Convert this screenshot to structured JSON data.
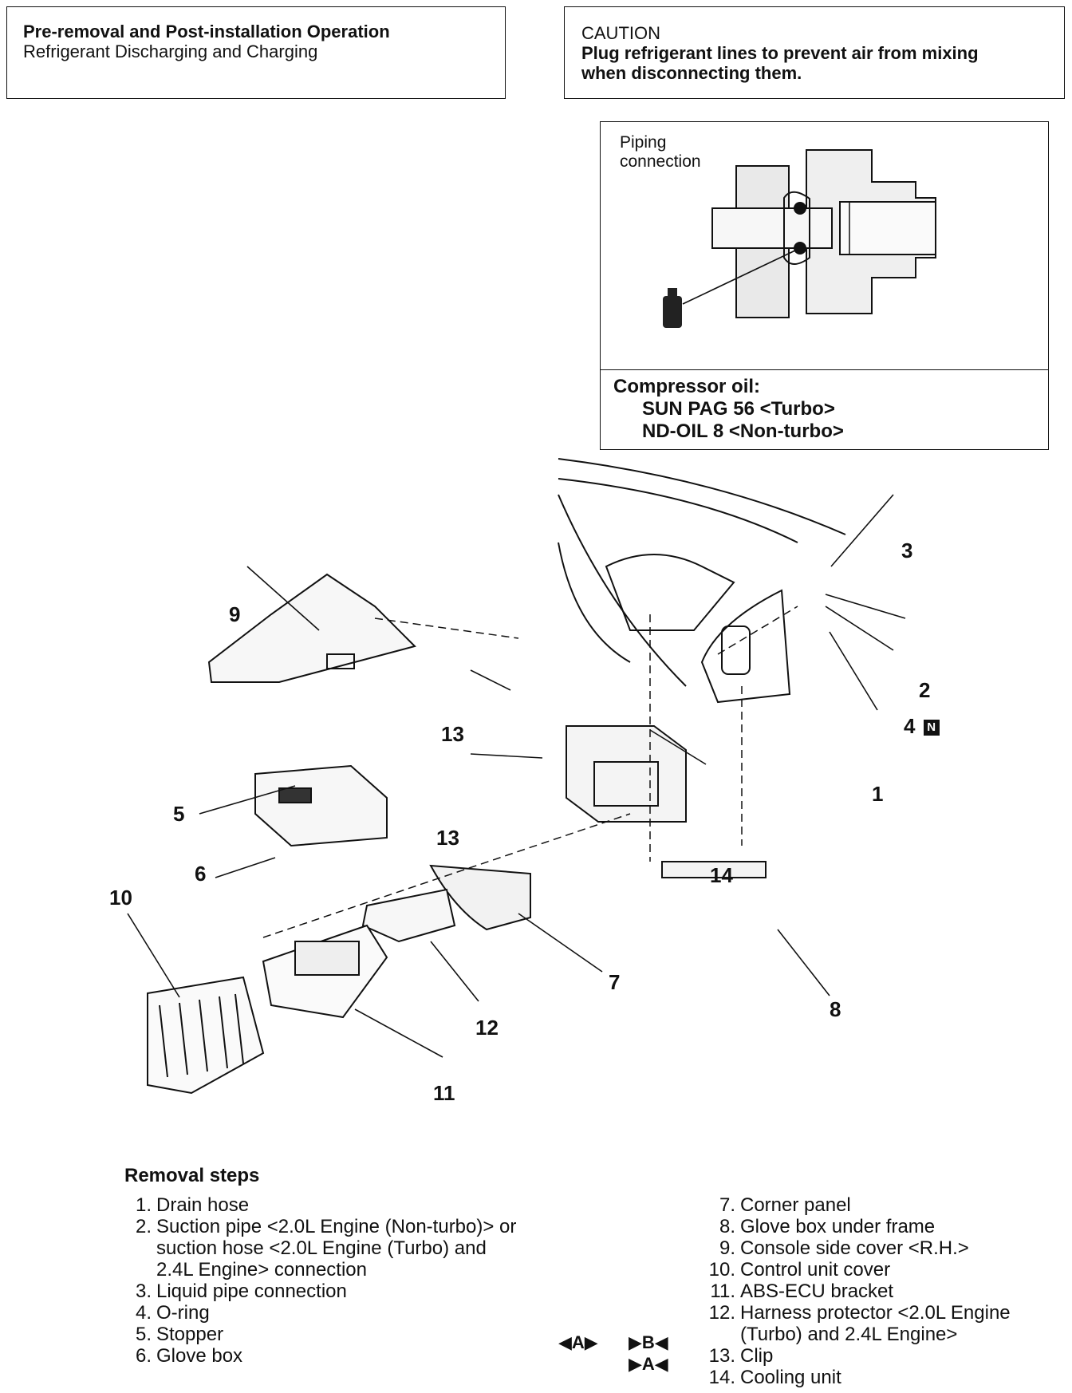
{
  "pre_removal": {
    "heading": "Pre-removal and Post-installation Operation",
    "line": "Refrigerant Discharging and Charging"
  },
  "caution": {
    "heading": "CAUTION",
    "line1": "Plug refrigerant lines to prevent air from mixing",
    "line2": "when disconnecting them."
  },
  "piping": {
    "label_line1": "Piping",
    "label_line2": "connection",
    "oil_title": "Compressor oil:",
    "oil_turbo": "SUN PAG 56 <Turbo>",
    "oil_nonturbo": "ND-OIL 8 <Non-turbo>"
  },
  "callouts": [
    "3",
    "9",
    "2",
    "4",
    "13",
    "1",
    "5",
    "13",
    "6",
    "10",
    "14",
    "7",
    "8",
    "12",
    "11"
  ],
  "new_part_mark": "N",
  "removal": {
    "title": "Removal steps",
    "left": [
      {
        "num": "1.",
        "text": "Drain hose"
      },
      {
        "num": "2.",
        "text": "Suction pipe <2.0L Engine (Non-turbo)> or suction hose <2.0L Engine (Turbo) and 2.4L Engine> connection"
      },
      {
        "num": "3.",
        "text": "Liquid pipe connection"
      },
      {
        "num": "4.",
        "text": "O-ring"
      },
      {
        "num": "5.",
        "text": "Stopper"
      },
      {
        "num": "6.",
        "text": "Glove box"
      }
    ],
    "right": [
      {
        "num": "7.",
        "text": "Corner panel"
      },
      {
        "num": "8.",
        "text": "Glove box under frame"
      },
      {
        "num": "9.",
        "text": "Console side cover <R.H.>"
      },
      {
        "num": "10.",
        "text": "Control unit cover"
      },
      {
        "num": "11.",
        "text": "ABS-ECU bracket"
      },
      {
        "num": "12.",
        "text": "Harness protector <2.0L Engine (Turbo) and 2.4L Engine>"
      },
      {
        "num": "13.",
        "text": "Clip"
      },
      {
        "num": "14.",
        "text": "Cooling unit"
      }
    ],
    "ref_a": "◀A▶",
    "ref_b": "▶B◀",
    "ref_a2": "▶A◀"
  }
}
